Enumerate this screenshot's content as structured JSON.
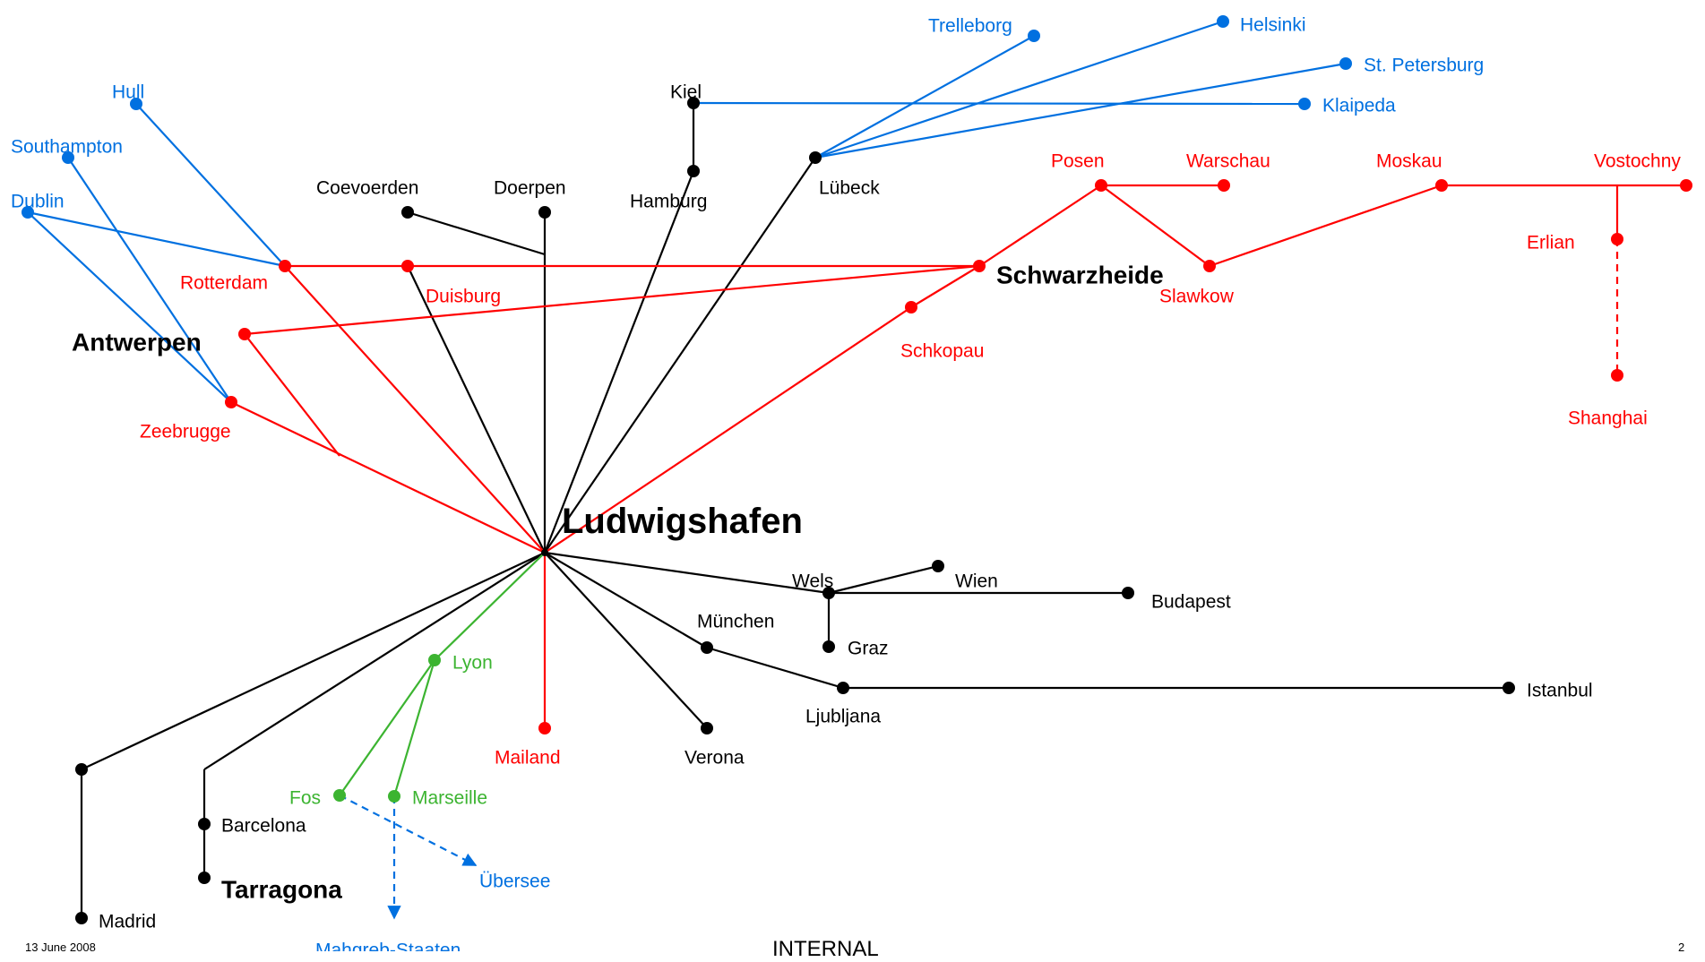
{
  "colors": {
    "road": "#000000",
    "rail": "#ff0000",
    "sea": "#0070e0",
    "france": "#3cb431"
  },
  "hub": {
    "id": "ludwigshafen",
    "label": "Ludwigshafen"
  },
  "nodes": [
    {
      "id": "ludwigshafen",
      "label": "",
      "color": "road"
    },
    {
      "id": "trelleborg",
      "label": "Trelleborg",
      "color": "sea"
    },
    {
      "id": "helsinki",
      "label": "Helsinki",
      "color": "sea"
    },
    {
      "id": "stpetersburg",
      "label": "St. Petersburg",
      "color": "sea"
    },
    {
      "id": "klaipeda",
      "label": "Klaipeda",
      "color": "sea"
    },
    {
      "id": "hull",
      "label": "Hull",
      "color": "sea"
    },
    {
      "id": "southampton",
      "label": "Southampton",
      "color": "sea"
    },
    {
      "id": "dublin",
      "label": "Dublin",
      "color": "sea"
    },
    {
      "id": "kiel",
      "label": "Kiel",
      "color": "road"
    },
    {
      "id": "hamburg",
      "label": "Hamburg",
      "color": "road"
    },
    {
      "id": "luebeck",
      "label": "Lübeck",
      "color": "road"
    },
    {
      "id": "coevoerden",
      "label": "Coevoerden",
      "color": "road"
    },
    {
      "id": "doerpen",
      "label": "Doerpen",
      "color": "road"
    },
    {
      "id": "rotterdam",
      "label": "Rotterdam",
      "color": "rail"
    },
    {
      "id": "duisburg",
      "label": "Duisburg",
      "color": "rail"
    },
    {
      "id": "schwarzheide",
      "label": "Schwarzheide",
      "color": "rail",
      "bold": true
    },
    {
      "id": "posen",
      "label": "Posen",
      "color": "rail"
    },
    {
      "id": "warschau",
      "label": "Warschau",
      "color": "rail"
    },
    {
      "id": "slawkow",
      "label": "Slawkow",
      "color": "rail"
    },
    {
      "id": "moskau",
      "label": "Moskau",
      "color": "rail"
    },
    {
      "id": "vostochny",
      "label": "Vostochny",
      "color": "rail"
    },
    {
      "id": "erlian",
      "label": "Erlian",
      "color": "rail"
    },
    {
      "id": "shanghai",
      "label": "Shanghai",
      "color": "rail"
    },
    {
      "id": "antwerpen",
      "label": "Antwerpen",
      "color": "rail",
      "bold": true
    },
    {
      "id": "zeebrugge",
      "label": "Zeebrugge",
      "color": "rail"
    },
    {
      "id": "schkopau",
      "label": "Schkopau",
      "color": "rail"
    },
    {
      "id": "wels",
      "label": "Wels",
      "color": "road"
    },
    {
      "id": "wien",
      "label": "Wien",
      "color": "road"
    },
    {
      "id": "budapest",
      "label": "Budapest",
      "color": "road"
    },
    {
      "id": "graz",
      "label": "Graz",
      "color": "road"
    },
    {
      "id": "muenchen",
      "label": "München",
      "color": "road"
    },
    {
      "id": "ljubljana",
      "label": "Ljubljana",
      "color": "road"
    },
    {
      "id": "istanbul",
      "label": "Istanbul",
      "color": "road"
    },
    {
      "id": "verona",
      "label": "Verona",
      "color": "road"
    },
    {
      "id": "mailand",
      "label": "Mailand",
      "color": "rail"
    },
    {
      "id": "lyon",
      "label": "Lyon",
      "color": "france"
    },
    {
      "id": "fos",
      "label": "Fos",
      "color": "france"
    },
    {
      "id": "marseille",
      "label": "Marseille",
      "color": "france"
    },
    {
      "id": "madrid_junction",
      "label": "",
      "color": "road"
    },
    {
      "id": "madrid",
      "label": "Madrid",
      "color": "road"
    },
    {
      "id": "barcelona",
      "label": "Barcelona",
      "color": "road"
    },
    {
      "id": "tarragona",
      "label": "Tarragona",
      "color": "road",
      "bold": true
    },
    {
      "id": "uebersee",
      "label": "Übersee",
      "color": "sea",
      "arrow": true
    },
    {
      "id": "mahgreb",
      "label": "Mahgreb-Staaten",
      "color": "sea",
      "arrow": true
    }
  ],
  "links": [
    {
      "from": "kiel",
      "to": "klaipeda",
      "color": "sea"
    },
    {
      "from": "luebeck",
      "to": "trelleborg",
      "color": "sea"
    },
    {
      "from": "luebeck",
      "to": "helsinki",
      "color": "sea"
    },
    {
      "from": "luebeck",
      "to": "stpetersburg",
      "color": "sea"
    },
    {
      "from": "hull",
      "to": "rotterdam",
      "color": "sea"
    },
    {
      "from": "dublin",
      "to": "rotterdam",
      "color": "sea"
    },
    {
      "from": "dublin",
      "to": "zeebrugge",
      "color": "sea"
    },
    {
      "from": "southampton",
      "to": "zeebrugge",
      "color": "sea"
    },
    {
      "from": "kiel",
      "to": "hamburg",
      "color": "road"
    },
    {
      "from": "hamburg",
      "to": "ludwigshafen",
      "color": "road"
    },
    {
      "from": "luebeck",
      "to": "ludwigshafen",
      "color": "road"
    },
    {
      "from": "coevoerden",
      "to": "doerpen_stem",
      "color": "road"
    },
    {
      "from": "doerpen",
      "to": "ludwigshafen",
      "color": "road"
    },
    {
      "from": "duisburg",
      "to": "ludwigshafen",
      "color": "road"
    },
    {
      "from": "rotterdam",
      "to": "schwarzheide",
      "color": "rail"
    },
    {
      "from": "rotterdam",
      "to": "ludwigshafen",
      "color": "rail"
    },
    {
      "from": "antwerpen",
      "to": "schwarzheide",
      "color": "rail"
    },
    {
      "from": "antwerpen",
      "to": "zeebrugge_junction",
      "color": "rail"
    },
    {
      "from": "zeebrugge",
      "to": "ludwigshafen",
      "color": "rail"
    },
    {
      "from": "schkopau",
      "to": "ludwigshafen",
      "color": "rail"
    },
    {
      "from": "schwarzheide",
      "to": "schkopau",
      "color": "rail"
    },
    {
      "from": "schwarzheide",
      "to": "posen",
      "color": "rail"
    },
    {
      "from": "posen",
      "to": "warschau",
      "color": "rail"
    },
    {
      "from": "posen",
      "to": "slawkow",
      "color": "rail"
    },
    {
      "from": "slawkow",
      "to": "moskau",
      "color": "rail"
    },
    {
      "from": "moskau",
      "to": "vostochny",
      "color": "rail"
    },
    {
      "from": "erlian_top",
      "to": "erlian",
      "color": "rail"
    },
    {
      "from": "erlian",
      "to": "shanghai",
      "color": "rail",
      "dashed": true
    },
    {
      "from": "ludwigshafen",
      "to": "mailand",
      "color": "rail"
    },
    {
      "from": "ludwigshafen",
      "to": "wels",
      "color": "road"
    },
    {
      "from": "wels",
      "to": "wien",
      "color": "road"
    },
    {
      "from": "wels",
      "to": "budapest",
      "color": "road"
    },
    {
      "from": "wels",
      "to": "graz",
      "color": "road"
    },
    {
      "from": "ludwigshafen",
      "to": "muenchen",
      "color": "road"
    },
    {
      "from": "muenchen",
      "to": "ljubljana",
      "color": "road"
    },
    {
      "from": "ljubljana",
      "to": "istanbul",
      "color": "road"
    },
    {
      "from": "ludwigshafen",
      "to": "verona",
      "color": "road"
    },
    {
      "from": "ludwigshafen",
      "to": "madrid_junction",
      "color": "road"
    },
    {
      "from": "madrid_junction",
      "to": "madrid",
      "color": "road"
    },
    {
      "from": "ludwigshafen",
      "to": "barcelona_top",
      "color": "road"
    },
    {
      "from": "barcelona_top",
      "to": "barcelona",
      "color": "road"
    },
    {
      "from": "barcelona",
      "to": "tarragona",
      "color": "road"
    },
    {
      "from": "ludwigshafen",
      "to": "lyon",
      "color": "france"
    },
    {
      "from": "lyon",
      "to": "fos",
      "color": "france"
    },
    {
      "from": "lyon",
      "to": "marseille",
      "color": "france"
    },
    {
      "from": "fos",
      "to": "uebersee",
      "color": "sea",
      "dashed": true,
      "arrow": true
    },
    {
      "from": "marseille",
      "to": "mahgreb",
      "color": "sea",
      "dashed": true,
      "arrow": true
    }
  ],
  "footer": {
    "date": "13 June 2008",
    "classification": "INTERNAL",
    "page": "2"
  }
}
